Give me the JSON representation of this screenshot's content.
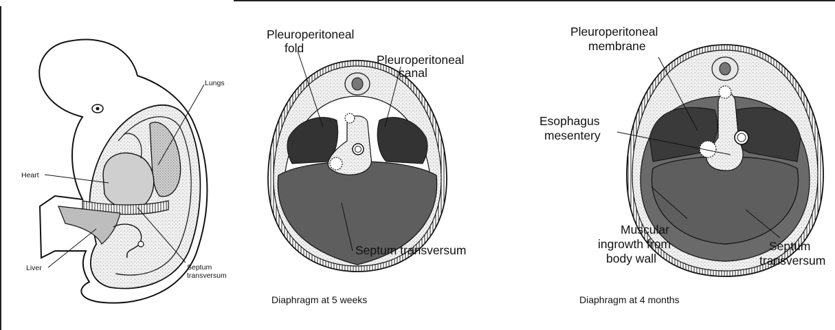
{
  "panel_embryo": {
    "labels": {
      "lungs": "Lungs",
      "heart": "Heart",
      "liver": "Liver",
      "septum_line1": "Septum",
      "septum_line2": "transversum"
    }
  },
  "panel_5_weeks": {
    "labels": {
      "fold_line1": "Pleuroperitoneal",
      "fold_line2": "fold",
      "canal_line1": "Pleuroperitoneal",
      "canal_line2": "canal",
      "septum": "Septum transversum"
    },
    "caption": "Diaphragm at 5 weeks"
  },
  "panel_4_months": {
    "labels": {
      "membrane_line1": "Pleuroperitoneal",
      "membrane_line2": "membrane",
      "esophagus_line1": "Esophagus",
      "esophagus_line2": "mesentery",
      "muscular_line1": "Muscular",
      "muscular_line2": "ingrowth from",
      "muscular_line3": "body wall",
      "septum_line1": "Septum",
      "septum_line2": "transversum"
    },
    "caption": "Diaphragm at 4 months"
  },
  "colors": {
    "dark_cavity": "#3a3a3a",
    "septum_gray": "#5e5e5e",
    "wall_stipple": "#e8e8e8",
    "outline": "#111111"
  }
}
